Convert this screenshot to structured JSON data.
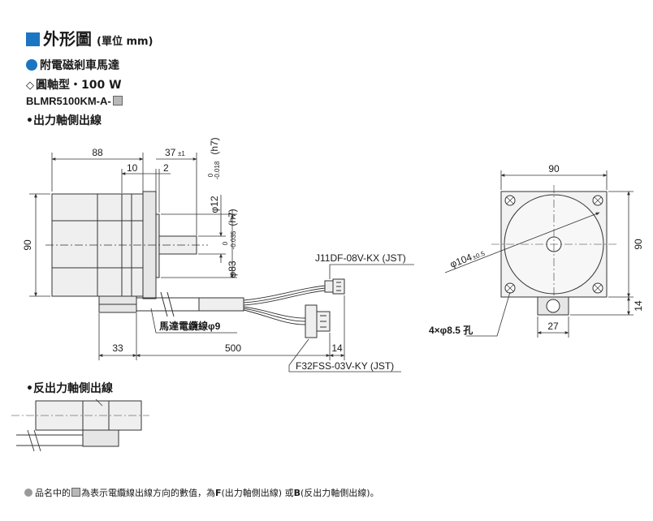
{
  "header": {
    "title": "外形圖",
    "unit": "(單位 mm)"
  },
  "product": {
    "category": "附電磁剎車馬達",
    "shape": "圓軸型・100 W",
    "model_prefix": "BLMR5100KM-A-",
    "section_output": "•出力軸側出線",
    "section_reverse": "•反出力軸側出線"
  },
  "dimensions": {
    "len_88": "88",
    "len_37": "37",
    "tol_37": "±1",
    "len_10": "10",
    "len_2": "2",
    "shaft_dia": "φ12",
    "shaft_tol_upper": "0",
    "shaft_tol_lower": "-0.018",
    "shaft_fit": "(h7)",
    "pilot_dia": "φ83",
    "pilot_tol_upper": "0",
    "pilot_tol_lower": "-0.035",
    "pilot_fit": "(h7)",
    "height_90": "90",
    "len_33": "33",
    "len_500": "500",
    "len_14": "14",
    "front_width": "90",
    "front_height": "90",
    "pcd": "φ104",
    "pcd_tol": "±0.5",
    "holes": "4×φ8.5 孔",
    "box_width": "27",
    "box_height": "14"
  },
  "labels": {
    "connector_top": "J11DF-08V-KX (JST)",
    "connector_bottom": "F32FSS-03V-KY (JST)",
    "cable": "馬達電纜線φ9"
  },
  "footnote": {
    "pre": "品名中的",
    "post": "為表示電纜線出線方向的數值，為",
    "f_code": "F",
    "f_desc": "(出力軸側出線) 或",
    "b_code": "B",
    "b_desc": "(反出力軸側出線)。"
  },
  "colors": {
    "accent": "#1a75c2",
    "body_fill": "#f2f2f2",
    "line": "#333333"
  }
}
